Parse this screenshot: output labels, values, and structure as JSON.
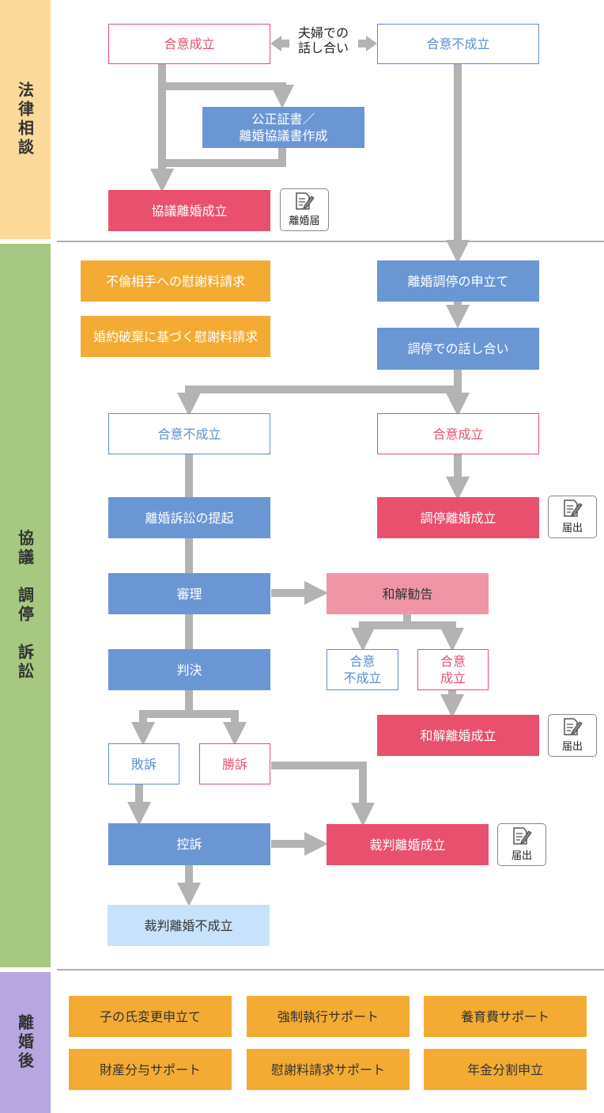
{
  "sections": {
    "legal": "法律相談",
    "mediation": "協議　調停　訴訟",
    "after": "離婚後"
  },
  "colors": {
    "legal_band": "#fbd99a",
    "mediation_band": "#a6c880",
    "after_band": "#b7a6e0",
    "arrow": "#b3b3b3"
  },
  "nodes": {
    "agree_top": "合意成立",
    "disagree_top": "合意不成立",
    "talk": "夫婦での\n話し合い",
    "notarial": "公正証書／\n離婚協議書作成",
    "kyogi_divorce": "協議離婚成立",
    "affair_claim": "不倫相手への慰謝料請求",
    "engagement_claim": "婚約破棄に基づく慰謝料請求",
    "mediation_petition": "離婚調停の申立て",
    "mediation_talk": "調停での話し合い",
    "disagree_mid": "合意不成立",
    "agree_mid": "合意成立",
    "lawsuit": "離婚訴訟の提起",
    "mediation_divorce": "調停離婚成立",
    "trial": "審理",
    "settlement_rec": "和解勧告",
    "settle_disagree": "合意\n不成立",
    "settle_agree": "合意\n成立",
    "judgment": "判決",
    "settlement_divorce": "和解離婚成立",
    "lose": "敗訴",
    "win": "勝訴",
    "appeal": "控訴",
    "judicial_divorce": "裁判離婚成立",
    "judicial_fail": "裁判離婚不成立"
  },
  "docs": {
    "rikon_todoke": "離婚届",
    "todokede_1": "届出",
    "todokede_2": "届出",
    "todokede_3": "届出"
  },
  "after_items": [
    "子の氏変更申立て",
    "強制執行サポート",
    "養育費サポート",
    "財産分与サポート",
    "慰謝料請求サポート",
    "年金分割申立"
  ]
}
